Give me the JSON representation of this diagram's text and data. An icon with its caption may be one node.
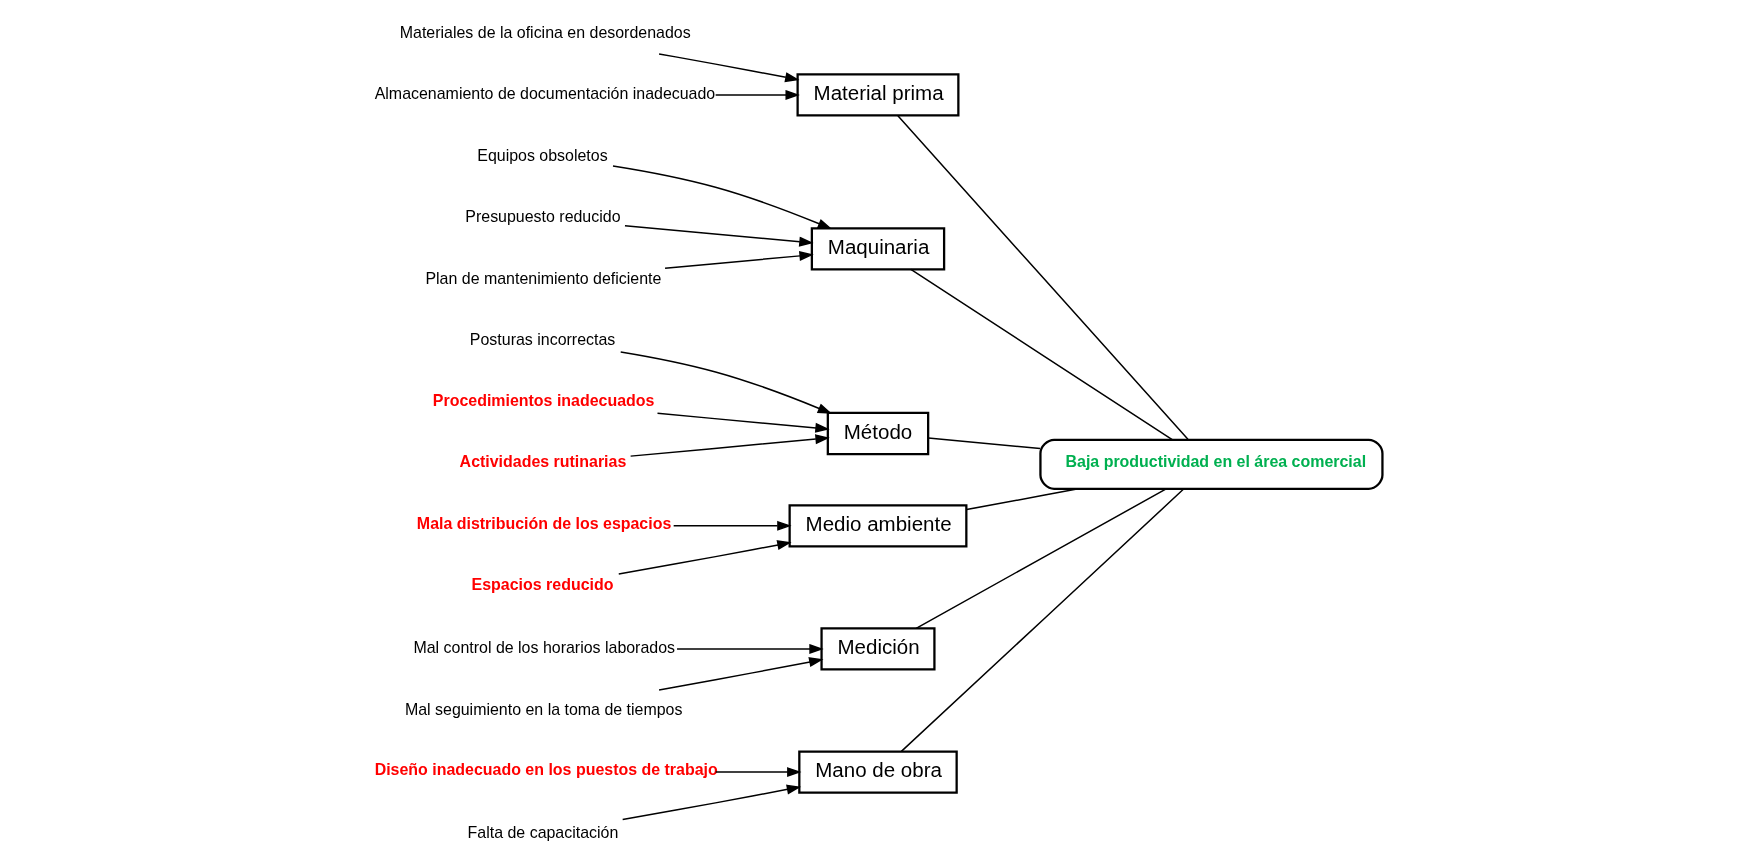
{
  "diagram": {
    "nodes": [
      {
        "text": [
          "Mano de obra"
        ]
      },
      {
        "text": [
          "Material prima"
        ]
      },
      {
        "text": [
          "Maquinaria"
        ]
      },
      {
        "text": [
          "Método"
        ]
      },
      {
        "text": [
          "Medio ambiente"
        ]
      },
      {
        "text": [
          "Medición"
        ]
      },
      {
        "text": [
          "Baja productividad en el área comercial"
        ]
      },
      {
        "text": [
          "Diseño inadecuado en los puestos de trabajo"
        ]
      },
      {
        "text": [
          "Falta de capacitación"
        ]
      },
      {
        "text": [
          "Materiales de la oficina en desordenados"
        ]
      },
      {
        "text": [
          "Almacenamiento de documentación inadecuado"
        ]
      },
      {
        "text": [
          "Equipos obsoletos"
        ]
      },
      {
        "text": [
          "Presupuesto reducido"
        ]
      },
      {
        "text": [
          "Plan de mantenimiento deficiente"
        ]
      },
      {
        "text": [
          "Posturas incorrectas"
        ]
      },
      {
        "text": [
          "Procedimientos inadecuados"
        ]
      },
      {
        "text": [
          "Actividades rutinarias"
        ]
      },
      {
        "text": [
          "Mala distribución de los espacios"
        ]
      },
      {
        "text": [
          "Espacios reducido"
        ]
      },
      {
        "text": [
          "Mal control de los horarios laborados"
        ]
      },
      {
        "text": [
          "Mal seguimiento en la toma de tiempos"
        ]
      }
    ],
    "edges": [
      {
        "from": 0,
        "to": 6,
        "arrow": "none"
      },
      {
        "from": 1,
        "to": 6,
        "arrow": "none"
      },
      {
        "from": 2,
        "to": 6,
        "arrow": "none"
      },
      {
        "from": 3,
        "to": 6,
        "arrow": "none"
      },
      {
        "from": 4,
        "to": 6,
        "arrow": "none"
      },
      {
        "from": 5,
        "to": 6,
        "arrow": "none"
      },
      {
        "from": 7,
        "to": 0,
        "arrow": "to"
      },
      {
        "from": 8,
        "to": 0,
        "arrow": "to"
      },
      {
        "from": 9,
        "to": 1,
        "arrow": "to"
      },
      {
        "from": 10,
        "to": 1,
        "arrow": "to"
      },
      {
        "from": 11,
        "to": 2,
        "arrow": "to"
      },
      {
        "from": 12,
        "to": 2,
        "arrow": "to"
      },
      {
        "from": 13,
        "to": 2,
        "arrow": "to"
      },
      {
        "from": 14,
        "to": 3,
        "arrow": "to"
      },
      {
        "from": 15,
        "to": 3,
        "arrow": "to"
      },
      {
        "from": 16,
        "to": 3,
        "arrow": "to"
      },
      {
        "from": 17,
        "to": 4,
        "arrow": "to"
      },
      {
        "from": 18,
        "to": 4,
        "arrow": "to"
      },
      {
        "from": 19,
        "to": 5,
        "arrow": "to"
      },
      {
        "from": 20,
        "to": 5,
        "arrow": "to"
      }
    ]
  }
}
